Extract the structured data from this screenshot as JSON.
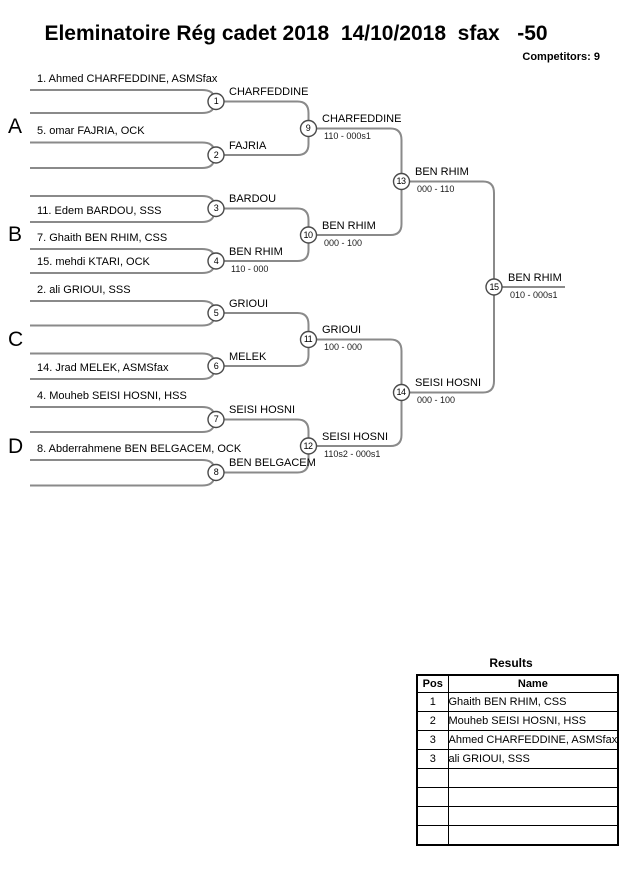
{
  "title": "Eleminatoire Rég cadet 2018  14/10/2018  sfax   -50",
  "competitors_label": "Competitors: 9",
  "groups": [
    {
      "label": "A"
    },
    {
      "label": "B"
    },
    {
      "label": "C"
    },
    {
      "label": "D"
    }
  ],
  "bracket": {
    "seeds": [
      {
        "entry": "1. Ahmed CHARFEDDINE, ASMSfax"
      },
      {
        "entry": "5. omar FAJRIA, OCK"
      },
      {
        "entry": "11. Edem BARDOU, SSS"
      },
      {
        "entry": "7. Ghaith BEN RHIM, CSS"
      },
      {
        "entry": "15. mehdi KTARI, OCK"
      },
      {
        "entry": "2. ali GRIOUI, SSS"
      },
      {
        "entry": "14. Jrad MELEK, ASMSfax"
      },
      {
        "entry": "4. Mouheb SEISI HOSNI, HSS"
      },
      {
        "entry": "8. Abderrahmene BEN BELGACEM, OCK"
      }
    ],
    "matches": [
      {
        "number": "1",
        "winner": "CHARFEDDINE",
        "score": ""
      },
      {
        "number": "2",
        "winner": "FAJRIA",
        "score": ""
      },
      {
        "number": "3",
        "winner": "BARDOU",
        "score": ""
      },
      {
        "number": "4",
        "winner": "BEN RHIM",
        "score": "110 - 000"
      },
      {
        "number": "5",
        "winner": "GRIOUI",
        "score": ""
      },
      {
        "number": "6",
        "winner": "MELEK",
        "score": ""
      },
      {
        "number": "7",
        "winner": "SEISI HOSNI",
        "score": ""
      },
      {
        "number": "8",
        "winner": "BEN BELGACEM",
        "score": ""
      },
      {
        "number": "9",
        "winner": "CHARFEDDINE",
        "score": "110 - 000s1"
      },
      {
        "number": "10",
        "winner": "BEN RHIM",
        "score": "000 - 100"
      },
      {
        "number": "11",
        "winner": "GRIOUI",
        "score": "100 - 000"
      },
      {
        "number": "12",
        "winner": "SEISI HOSNI",
        "score": "110s2 - 000s1"
      },
      {
        "number": "13",
        "winner": "BEN RHIM",
        "score": "000 - 110"
      },
      {
        "number": "14",
        "winner": "SEISI HOSNI",
        "score": "000 - 100"
      },
      {
        "number": "15",
        "winner": "BEN RHIM",
        "score": "010 - 000s1"
      }
    ]
  },
  "results": {
    "heading": "Results",
    "columns": {
      "pos": "Pos",
      "name": "Name"
    },
    "rows": [
      {
        "pos": "1",
        "name": "Ghaith BEN RHIM, CSS"
      },
      {
        "pos": "2",
        "name": "Mouheb SEISI HOSNI, HSS"
      },
      {
        "pos": "3",
        "name": "Ahmed CHARFEDDINE, ASMSfax"
      },
      {
        "pos": "3",
        "name": "ali GRIOUI, SSS"
      },
      {
        "pos": "",
        "name": ""
      },
      {
        "pos": "",
        "name": ""
      },
      {
        "pos": "",
        "name": ""
      },
      {
        "pos": "",
        "name": ""
      }
    ]
  },
  "colors": {
    "line": "#8a8a8a",
    "circle_stroke": "#4a4a4a",
    "text": "#000000"
  }
}
